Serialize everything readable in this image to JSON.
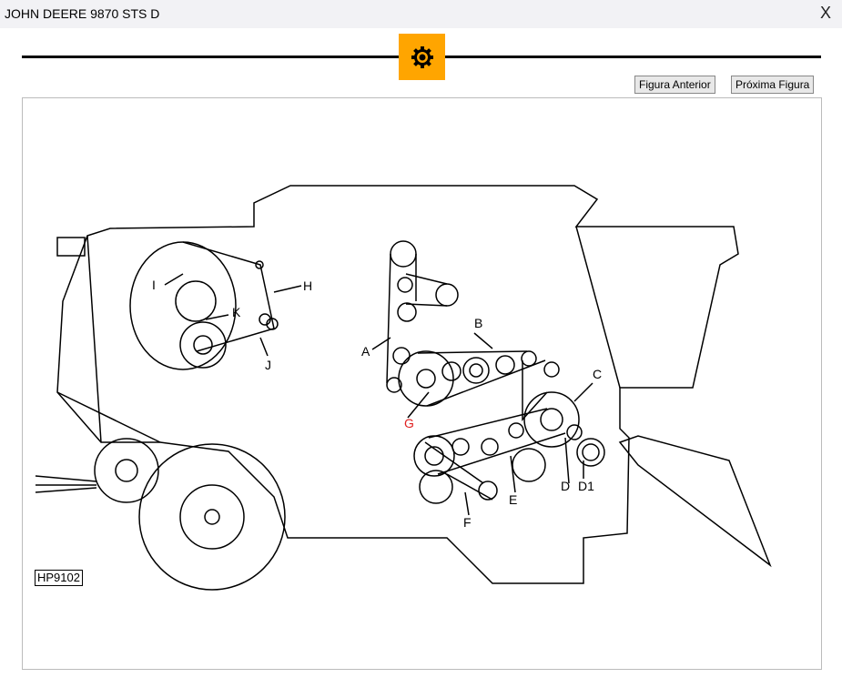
{
  "window": {
    "title": "JOHN DEERE 9870 STS D",
    "close_label": "X"
  },
  "toolbar": {
    "prev_label": "Figura Anterior",
    "next_label": "Próxima Figura",
    "icon": "gear-icon",
    "accent": "#ffa500"
  },
  "figure": {
    "code": "HP9102",
    "labels": {
      "A": "A",
      "B": "B",
      "C": "C",
      "D": "D",
      "D1": "D1",
      "E": "E",
      "F": "F",
      "G": "G",
      "H": "H",
      "I": "I",
      "J": "J",
      "K": "K"
    },
    "highlight_color": "#e02020"
  }
}
